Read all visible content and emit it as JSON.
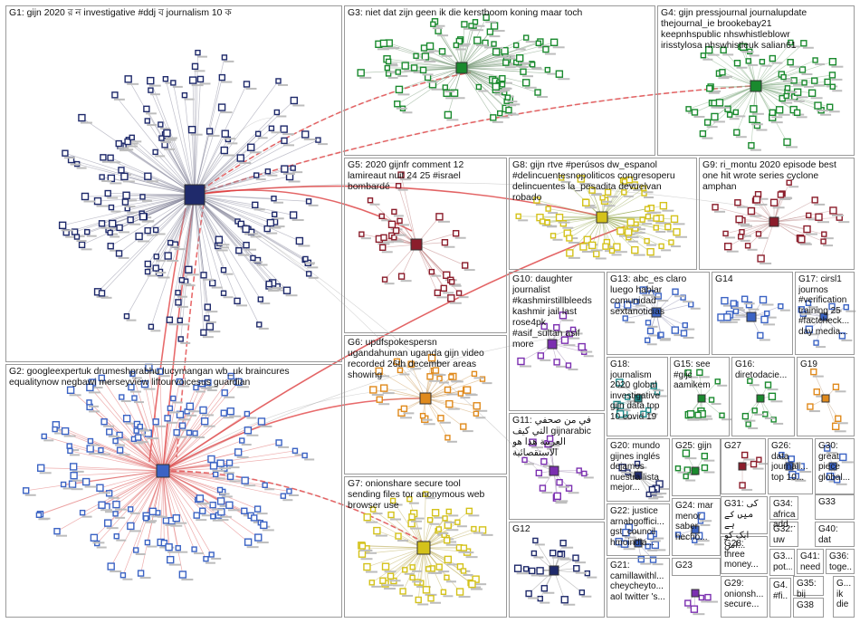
{
  "colors": {
    "edge_gray": "#9e9e9e",
    "edge_red": "#e0393b",
    "border": "#9a9a9a",
    "node_navy": "#1f2a6b",
    "node_green": "#1a8a2e",
    "node_blue": "#3b63c4",
    "node_purple": "#7b2fb0",
    "node_orange": "#e08a1c",
    "node_maroon": "#8b1d2b",
    "node_yellow": "#d4c21a",
    "node_teal": "#1f8c8c"
  },
  "groups": [
    {
      "id": "G1",
      "label": "G1: gijn 2020 র ন investigative #ddj ব journalism 10 ক"
    },
    {
      "id": "G2",
      "label": "G2: googleexpertuk drumeshprabhu lucymangan wb_uk braincures\nequalitynow negbawi merseyview liftourvoicesus guardian"
    },
    {
      "id": "G3",
      "label": "G3: niet dat zijn geen ik die kerstboom koning maar toch"
    },
    {
      "id": "G4",
      "label": "G4: gijn pressjournal journalupdate\nthejournal_ie brookebay21\nkeepnhspublic nhswhistleblowr\nirisstylosa nhswhistleuk salian61"
    },
    {
      "id": "G5",
      "label": "G5: 2020 gijnfr comment 12\nlamireaut nuit 24 25 #israel\nbombardé"
    },
    {
      "id": "G6",
      "label": "G6: updfspokespersn\nugandahuman uganda gijn video\nrecorded 26th december areas\nshowing"
    },
    {
      "id": "G7",
      "label": "G7: onionshare secure tool\nsending files tor anonymous web\nbrowser use"
    },
    {
      "id": "G8",
      "label": "G8: gijn rtve #perúsos dw_espanol\n#delincuentesnopoliticos congresoperu\ndelincuentes la_pesadita devuelvan\nrobado"
    },
    {
      "id": "G9",
      "label": "G9: ri_montu 2020 episode best\none hit wrote series cyclone\namphan"
    },
    {
      "id": "G10",
      "label": "G10: daughter\njournalist\n#kashmirstillbleeds\nkashmir jail last\nrose4pk\n#asif_sultan asif\nmore"
    },
    {
      "id": "G11",
      "label": "G11: في من صحفي\nالتي كيف gijnarabic\nالعربية هذا هو\nالاستقصائية"
    },
    {
      "id": "G12",
      "label": "G12"
    },
    {
      "id": "G13",
      "label": "G13: abc_es claro\nluego hablar\ncomunidad\nsextanoticias"
    },
    {
      "id": "G14",
      "label": "G14"
    },
    {
      "id": "G15",
      "label": "G15: see\n#gijc\naamikem"
    },
    {
      "id": "G16",
      "label": "G16:\ndiretodacie..."
    },
    {
      "id": "G17",
      "label": "G17: cirsl1\njournos\n#verification\ntraining 25\n#factcheck...\nday media..."
    },
    {
      "id": "G18",
      "label": "G18:\njournalism\n2020 global\ninvestigative\ngijn data top\n10 covid 19"
    },
    {
      "id": "G19",
      "label": "G19"
    },
    {
      "id": "G20",
      "label": "G20: mundo\ngijnes inglés\ndejamos\nnuestra lista\nmejor..."
    },
    {
      "id": "G21",
      "label": "G21:\ncamillawithl...\ncheycheyto...\naol twitter 's..."
    },
    {
      "id": "G22",
      "label": "G22: justice\narnabgoffici...\ngst_council\nhmoindia..."
    },
    {
      "id": "G23",
      "label": "G23"
    },
    {
      "id": "G24",
      "label": "G24: mar\nmenor\nsaber\nhecho..."
    },
    {
      "id": "G25",
      "label": "G25: gijn"
    },
    {
      "id": "G26",
      "label": "G26:\ndata\njournali...\ntop 10..."
    },
    {
      "id": "G27",
      "label": "G27"
    },
    {
      "id": "G28",
      "label": "G28:\nthree\nmoney..."
    },
    {
      "id": "G29",
      "label": "G29:\nonionsh...\nsecure..."
    },
    {
      "id": "G30",
      "label": "G30:\ngreat\npiece\nglobal..."
    },
    {
      "id": "G31",
      "label": "G31: کی\nمیں کے ہے\nایک کو اس..."
    },
    {
      "id": "G32",
      "label": "G32: uw"
    },
    {
      "id": "G33",
      "label": "G33"
    },
    {
      "id": "G34",
      "label": "G34:\nafrica...\nadd..."
    },
    {
      "id": "G35",
      "label": "G35: bij"
    },
    {
      "id": "G36",
      "label": "G36:\ntoge..."
    },
    {
      "id": "G37",
      "label": "G3...\npot..."
    },
    {
      "id": "G38",
      "label": "G38"
    },
    {
      "id": "G39",
      "label": "G...\nik\ndie"
    },
    {
      "id": "G40",
      "label": "G40:\ndat"
    },
    {
      "id": "G41",
      "label": "G41:\nneed..."
    },
    {
      "id": "G42",
      "label": "G4...\n#fi..."
    }
  ]
}
